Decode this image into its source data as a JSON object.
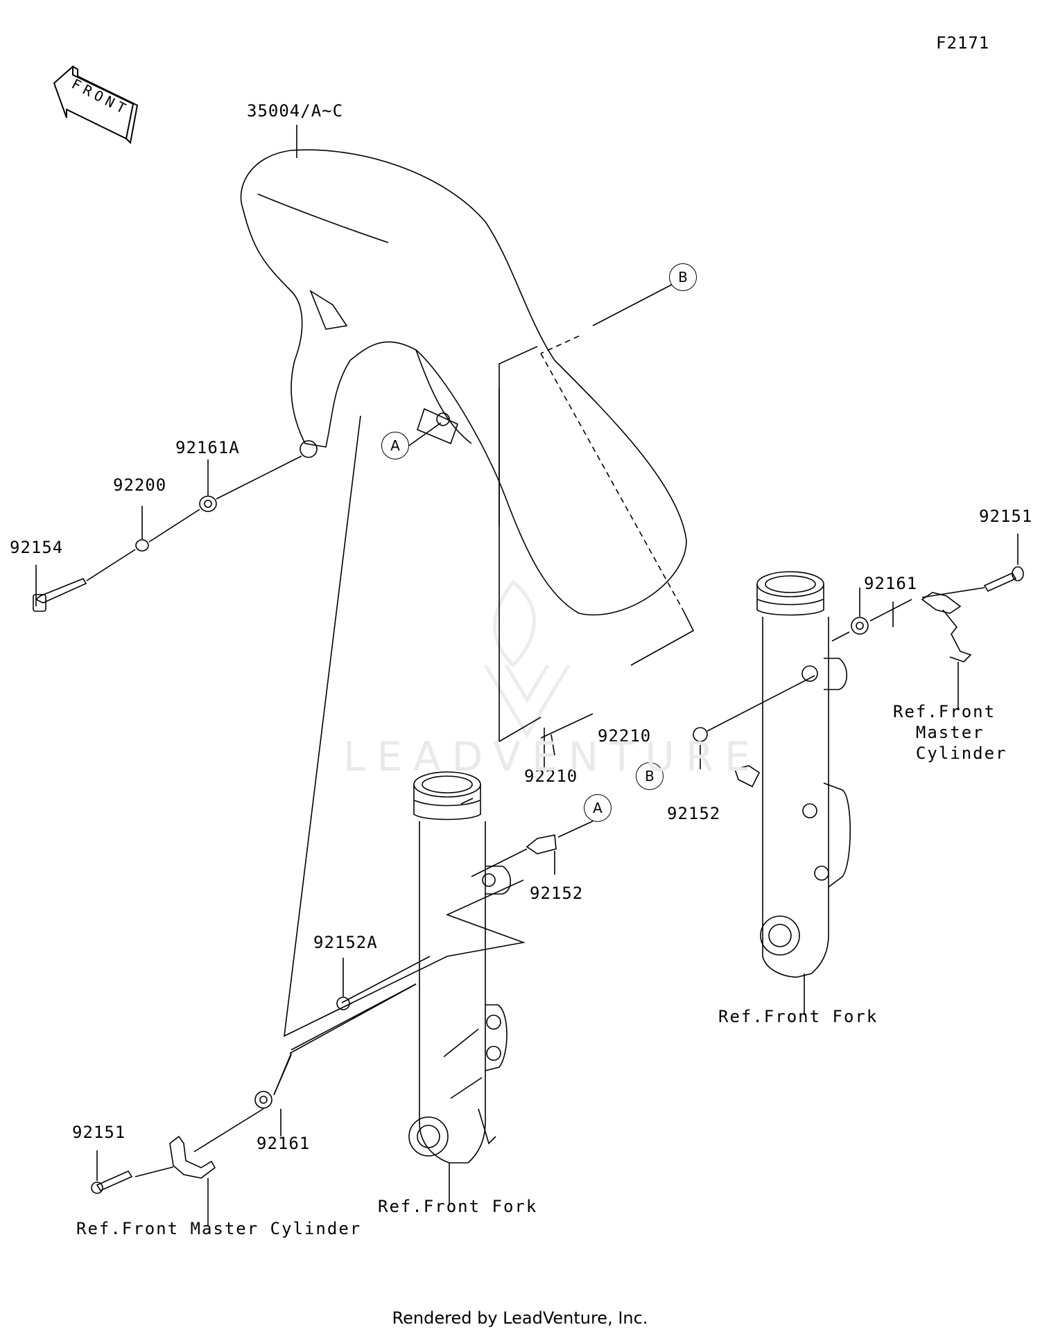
{
  "diagram_code": "F2171",
  "front_label": "FRONT",
  "part_labels": {
    "fender": "35004/A~C",
    "bolt_left": "92154",
    "washer": "92200",
    "collar_upper": "92161A",
    "nut_right": "92210",
    "nut_center": "92210",
    "bolt_right_b": "92152",
    "bolt_center_a": "92152",
    "collar_left_fork": "92152A",
    "collar_right": "92161",
    "screw_right": "92151",
    "collar_lower": "92161",
    "screw_lower": "92151"
  },
  "callouts": {
    "a_upper": "A",
    "b_upper": "B",
    "a_lower": "A",
    "b_lower": "B"
  },
  "references": {
    "master_cyl_right": "Ref.Front\n  Master\n  Cylinder",
    "fork_right": "Ref.Front Fork",
    "fork_left": "Ref.Front Fork",
    "master_cyl_left": "Ref.Front Master Cylinder"
  },
  "watermark": "LEADVENTURE",
  "footer": "Rendered by LeadVenture, Inc."
}
